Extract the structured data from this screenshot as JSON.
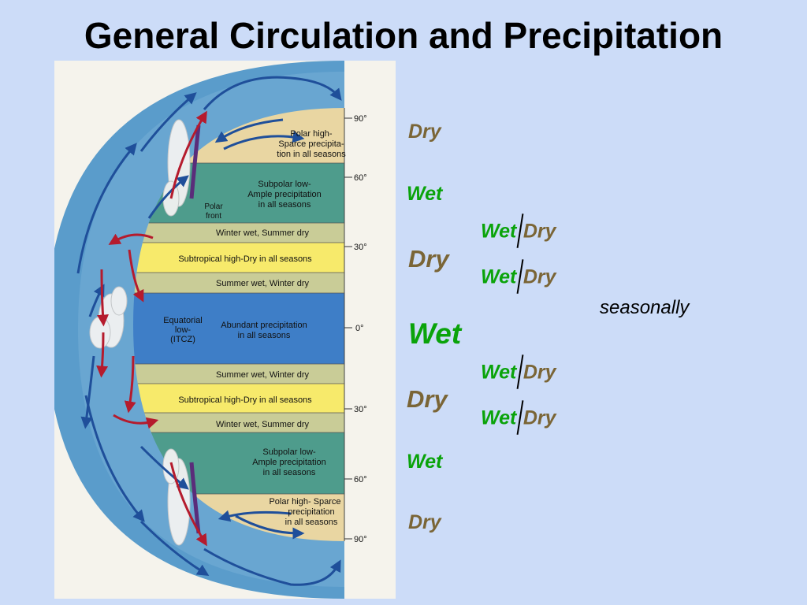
{
  "title": "General Circulation and Precipitation",
  "figure": {
    "latitudes_top": [
      "90°",
      "60°",
      "30°",
      "0°"
    ],
    "latitudes_bottom": [
      "30°",
      "60°",
      "90°"
    ],
    "bands": {
      "polar_high_n": [
        "Polar high-",
        "Sparce precipita-",
        "tion in all seasons"
      ],
      "subpolar_low_n": [
        "Subpolar low-",
        "Ample precipitation",
        "in all seasons"
      ],
      "polar_front": [
        "Polar",
        "front"
      ],
      "winter_wet_n": "Winter wet, Summer dry",
      "subtropical_n": "Subtropical high-Dry in all seasons",
      "summer_wet_n": "Summer wet, Winter dry",
      "equatorial": [
        "Equatorial",
        "low-",
        "(ITCZ)"
      ],
      "abundant": [
        "Abundant precipitation",
        "in all seasons"
      ],
      "summer_wet_s": "Summer wet, Winter dry",
      "subtropical_s": "Subtropical high-Dry in all seasons",
      "winter_wet_s": "Winter wet, Summer dry",
      "subpolar_low_s": [
        "Subpolar low-",
        "Ample precipitation",
        "in all seasons"
      ],
      "polar_high_s": [
        "Polar high- Sparce",
        "precipitation",
        "in all seasons"
      ]
    },
    "colors": {
      "ocean": "#5a9ccb",
      "polar_band": "#e9d6a2",
      "subpolar_band": "#4e9c8c",
      "transition_band": "#c9cc97",
      "subtropical_band": "#f7ea6b",
      "equatorial_band": "#3e7ec7",
      "arrow_blue": "#1f4f9a",
      "arrow_red": "#b51b2d"
    }
  },
  "labels": {
    "dry": "Dry",
    "wet": "Wet",
    "seasonally": "seasonally"
  },
  "colors": {
    "background": "#ccdcf8",
    "wet": "#0aa30a",
    "dry": "#7a6536"
  }
}
